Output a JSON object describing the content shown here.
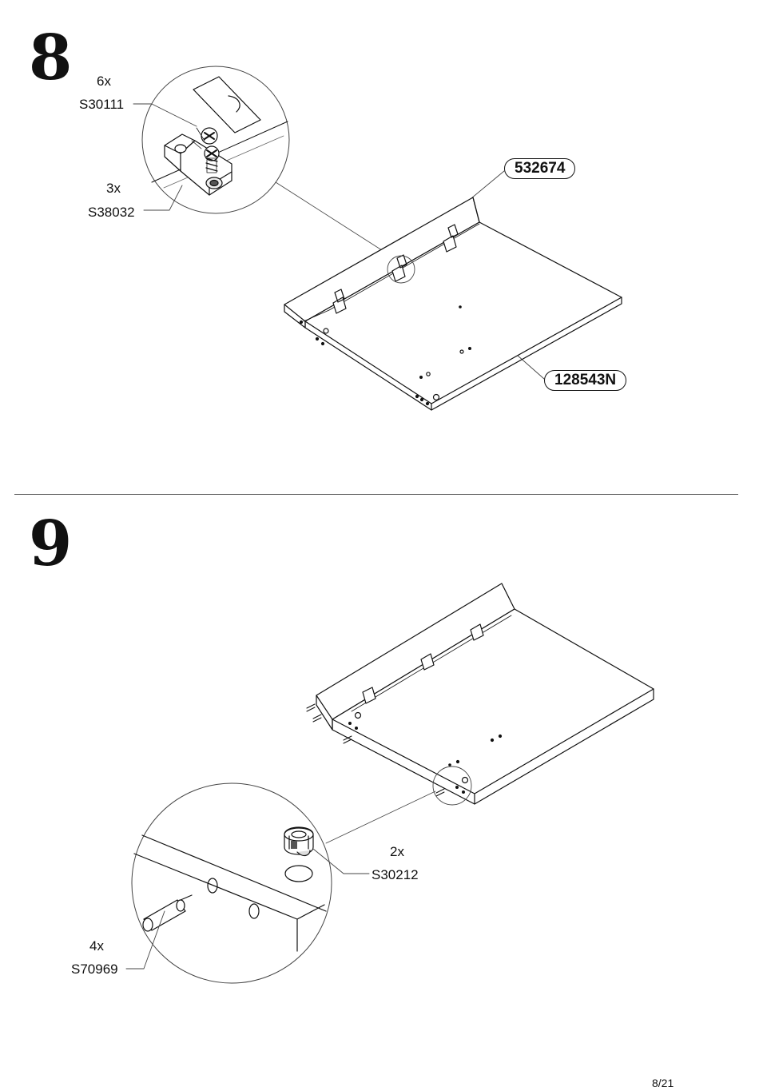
{
  "steps": [
    {
      "number": "8",
      "parts": [
        {
          "qty": "6x",
          "code": "S30111"
        },
        {
          "qty": "3x",
          "code": "S38032"
        }
      ],
      "panel_codes": [
        "532674",
        "128543N"
      ]
    },
    {
      "number": "9",
      "parts": [
        {
          "qty": "2x",
          "code": "S30212"
        },
        {
          "qty": "4x",
          "code": "S70969"
        }
      ]
    }
  ],
  "page": "8/21"
}
